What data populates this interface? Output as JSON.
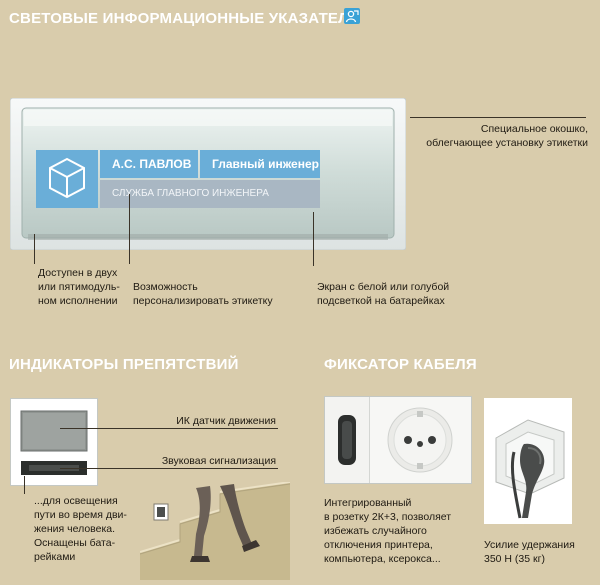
{
  "headings": {
    "main": "СВЕТОВЫЕ ИНФОРМАЦИОННЫЕ УКАЗАТЕЛИ",
    "obstacles": "ИНДИКАТОРЫ ПРЕПЯТСТВИЙ",
    "cable": "ФИКСАТОР КАБЕЛЯ"
  },
  "sign": {
    "name": "А.С. ПАВЛОВ",
    "position": "Главный инженер",
    "department": "СЛУЖБА ГЛАВНОГО ИНЖЕНЕРА"
  },
  "notes": {
    "window": [
      "Специальное окошко,",
      "облегчающее установку этикетки"
    ],
    "modules": [
      "Доступен в двух",
      "или пятимодуль-",
      "ном исполнении"
    ],
    "personalize": [
      "Возможность",
      "персонализировать этикетку"
    ],
    "screen": [
      "Экран с белой или голубой",
      "подсветкой на батарейках"
    ],
    "ir": "ИК датчик движения",
    "sound": "Звуковая сигнализация",
    "lighting": [
      "...для освещения",
      "пути во время дви-",
      "жения человека.",
      "Оснащены бата-",
      "рейками"
    ],
    "socket": [
      "Интегрированный",
      "в розетку 2К+3, позволяет",
      "избежать случайного",
      "отключения принтера,",
      "компьютера, ксерокса..."
    ],
    "holding": [
      "Усилие удержания",
      "350 Н (35 кг)"
    ]
  },
  "colors": {
    "background": "#d9ccac",
    "heading": "#ffffff",
    "accent_blue": "#3aa2d6",
    "sign_blue": "#6aaed8",
    "sign_grey": "#a9b7c3"
  }
}
